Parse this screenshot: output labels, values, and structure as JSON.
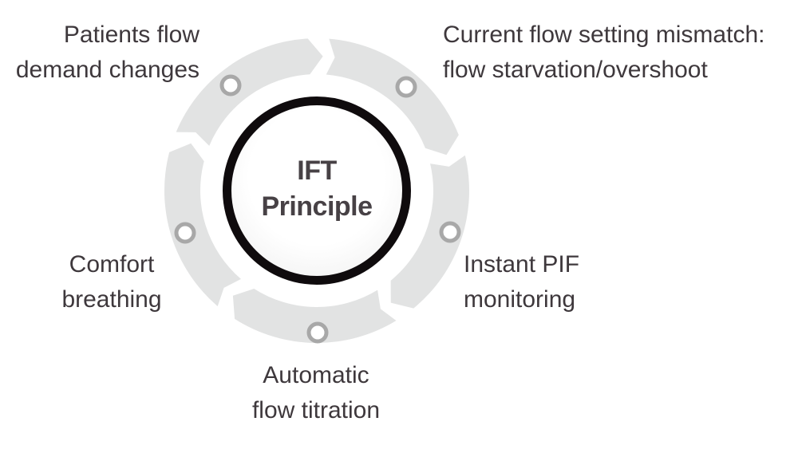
{
  "diagram": {
    "title": "IFT Principle cycle diagram",
    "center": {
      "line1": "IFT",
      "line2": "Principle"
    },
    "labels": [
      {
        "lines": [
          "Patients flow",
          "demand changes"
        ]
      },
      {
        "lines": [
          "Current flow setting mismatch:",
          "flow starvation/overshoot"
        ]
      },
      {
        "lines": [
          "Instant PIF",
          "monitoring"
        ]
      },
      {
        "lines": [
          "Comfort",
          "breathing"
        ]
      },
      {
        "lines": [
          "Automatic",
          "flow titration"
        ]
      }
    ],
    "colors": {
      "background": "#ffffff",
      "ring": "#e2e3e3",
      "marker_fill": "#ffffff",
      "marker_stroke": "#a8a8a8",
      "label_text": "#3e383c",
      "center_text": "#474145",
      "circle_border": "#0f0b0d"
    }
  }
}
